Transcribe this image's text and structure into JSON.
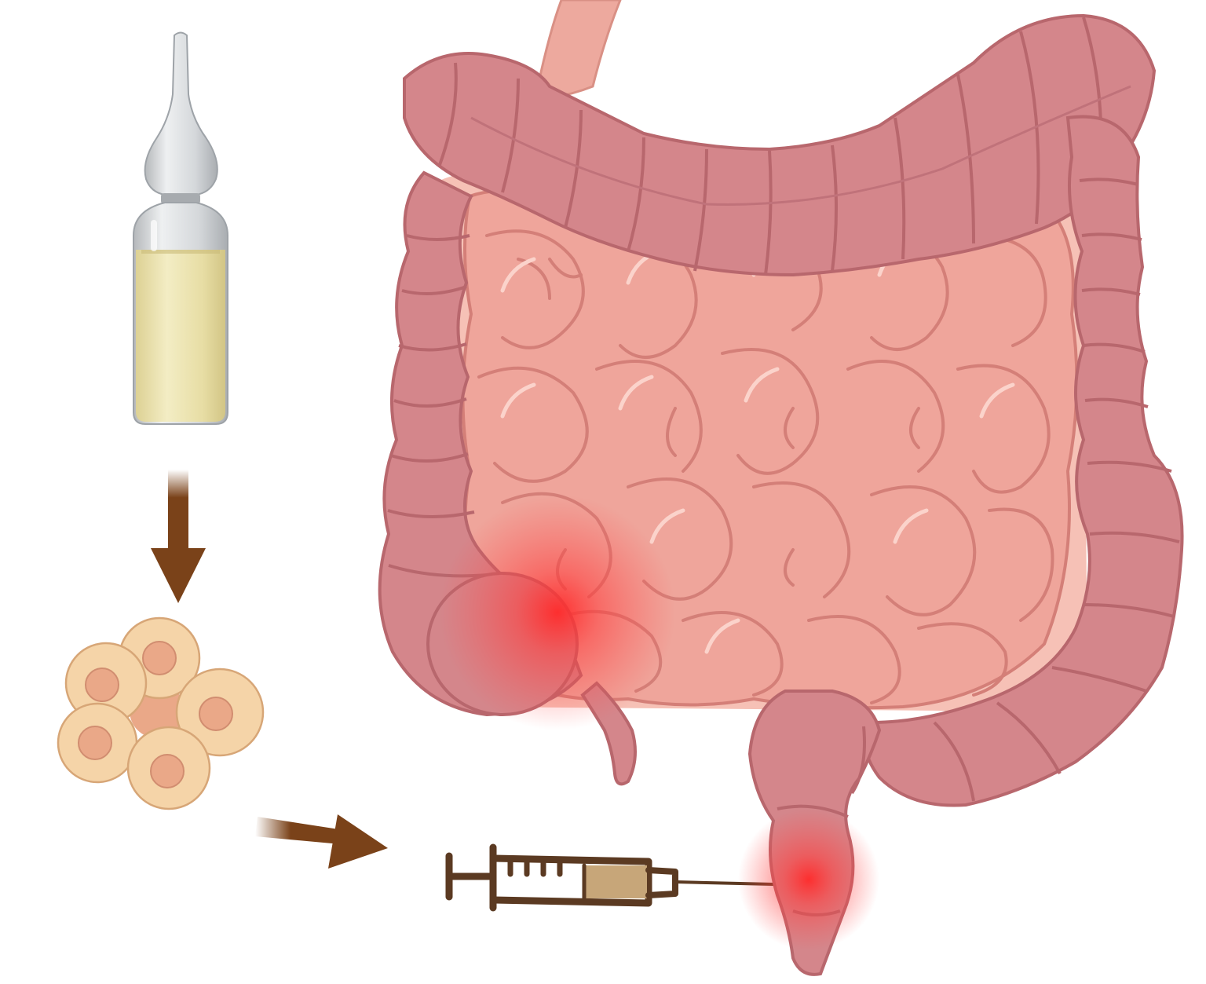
{
  "figure": {
    "elements": [
      {
        "name": "ampoule",
        "liquid": "pale-yellow"
      },
      {
        "name": "cell-cluster",
        "cell_count": 6
      },
      {
        "name": "syringe"
      },
      {
        "name": "intestines",
        "parts": [
          "esophagus",
          "colon",
          "small-intestine",
          "appendix",
          "rectum"
        ]
      },
      {
        "name": "inflammation-sites",
        "count": 2
      }
    ],
    "flow": [
      "ampoule",
      "cell-cluster",
      "syringe",
      "rectum"
    ],
    "arrow_directions": [
      "down",
      "right"
    ]
  },
  "colors": {
    "arrow": "#7a4219",
    "syringe_outline": "#5b3a22",
    "syringe_fill": "#c7a679",
    "colon": "#d4868b",
    "colon_stroke": "#b8676d",
    "small_intestine": "#efa59b",
    "small_intestine_stroke": "#d47f78",
    "cell_outer": "#f5d4a8",
    "cell_nucleus": "#eaa888",
    "inflammation": "#ff2a2a",
    "liquid": "#ece3a8"
  }
}
